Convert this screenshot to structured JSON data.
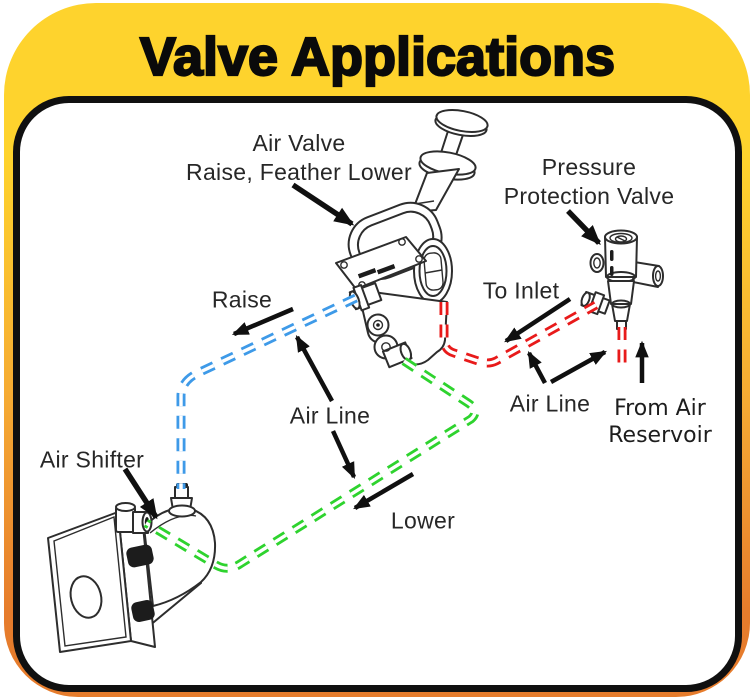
{
  "title": "Valve Applications",
  "colors": {
    "header_yellow": "#fed32d",
    "rim_orange": "#e67c2c",
    "panel_border": "#101010",
    "raise_line": "#3e9ae8",
    "lower_line": "#2ed32e",
    "supply_line": "#e81a1a"
  },
  "labels": {
    "air_valve_line1": "Air Valve",
    "air_valve_line2": "Raise, Feather Lower",
    "pressure_valve_line1": "Pressure",
    "pressure_valve_line2": "Protection Valve",
    "to_inlet": "To Inlet",
    "raise": "Raise",
    "air_line_center": "Air Line",
    "air_line_right": "Air Line",
    "from_air_line1": "From Air",
    "from_air_line2": "Reservoir",
    "lower": "Lower",
    "air_shifter": "Air Shifter"
  },
  "diagram": {
    "components": [
      {
        "id": "air-valve",
        "label": "Air Valve Raise, Feather Lower"
      },
      {
        "id": "pressure-protection-valve",
        "label": "Pressure Protection Valve"
      },
      {
        "id": "air-shifter",
        "label": "Air Shifter"
      }
    ],
    "air_lines": [
      {
        "id": "raise-line",
        "color_key": "raise_line",
        "from": "air-valve",
        "to": "air-shifter",
        "meaning": "Raise"
      },
      {
        "id": "lower-line",
        "color_key": "lower_line",
        "from": "air-valve",
        "to": "air-shifter",
        "meaning": "Lower"
      },
      {
        "id": "inlet-line",
        "color_key": "supply_line",
        "from": "pressure-protection-valve",
        "to": "air-valve",
        "meaning": "To Inlet"
      },
      {
        "id": "reservoir-line",
        "color_key": "supply_line",
        "from": "air-reservoir",
        "to": "pressure-protection-valve",
        "meaning": "From Air Reservoir"
      }
    ]
  }
}
